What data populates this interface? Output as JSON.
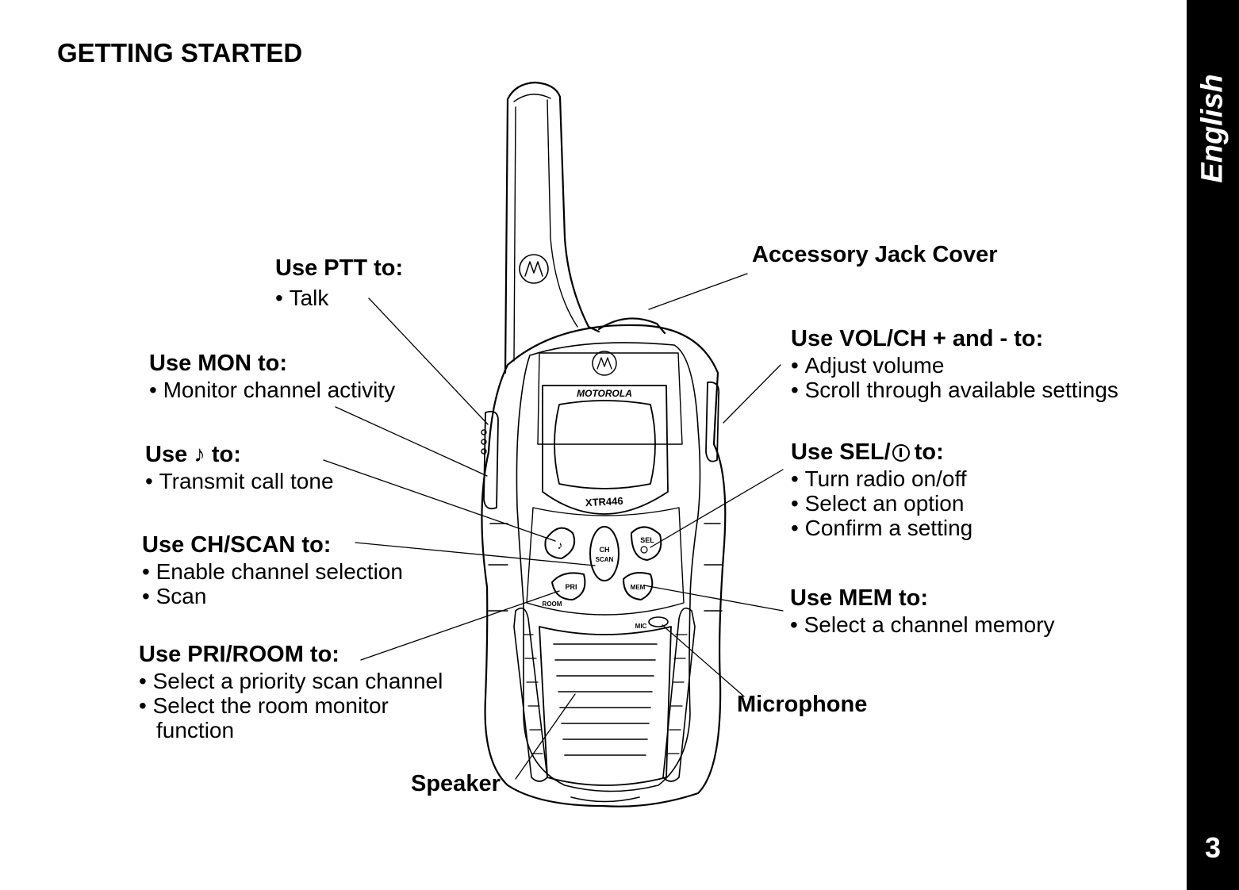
{
  "page": {
    "title": "GETTING STARTED",
    "language_tab": "English",
    "page_number": "3"
  },
  "radio": {
    "brand": "MOTOROLA",
    "model": "XTR446",
    "keys": {
      "ch_scan_1": "CH",
      "ch_scan_2": "SCAN",
      "sel": "SEL",
      "pri": "PRI",
      "mem": "MEM",
      "room": "ROOM",
      "mic": "MIC"
    }
  },
  "callouts": {
    "ptt": {
      "heading": "Use PTT to:",
      "items": [
        "Talk"
      ]
    },
    "mon": {
      "heading": "Use MON to:",
      "items": [
        "Monitor channel activity"
      ]
    },
    "tone": {
      "heading_pre": "Use",
      "heading_post": "to:",
      "items": [
        "Transmit call tone"
      ]
    },
    "chscan": {
      "heading": "Use CH/SCAN to:",
      "items": [
        "Enable channel selection",
        "Scan"
      ]
    },
    "priroom": {
      "heading": "Use PRI/ROOM to:",
      "items": [
        "Select a priority scan channel",
        "Select the room monitor",
        "function"
      ]
    },
    "speaker": {
      "label": "Speaker"
    },
    "jack": {
      "label": "Accessory Jack Cover"
    },
    "volch": {
      "heading": "Use VOL/CH + and - to:",
      "items": [
        "Adjust volume",
        "Scroll through available settings"
      ]
    },
    "sel": {
      "heading_pre": "Use SEL/",
      "heading_post": "to:",
      "items": [
        "Turn radio on/off",
        "Select an option",
        "Confirm a setting"
      ]
    },
    "mem": {
      "heading": "Use MEM to:",
      "items": [
        "Select a channel memory"
      ]
    },
    "mic": {
      "label": "Microphone"
    }
  }
}
